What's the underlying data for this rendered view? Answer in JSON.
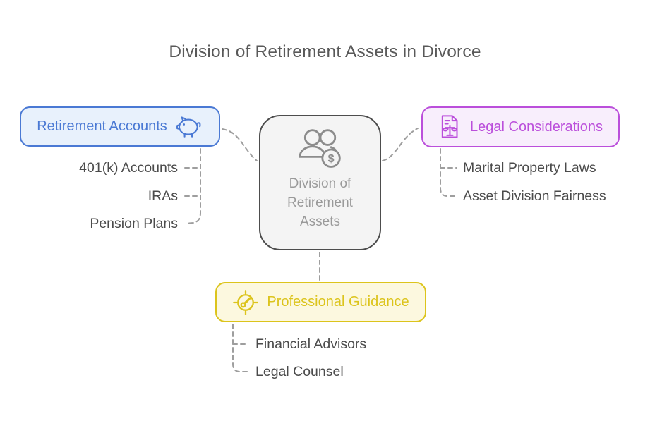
{
  "title": "Division of Retirement Assets in Divorce",
  "center_node": {
    "icon": "people-dollar-icon",
    "lines": [
      "Division of",
      "Retirement",
      "Assets"
    ],
    "dollar_symbol": "$"
  },
  "branches": [
    {
      "id": "retirement-accounts",
      "label": "Retirement Accounts",
      "icon": "piggy-bank-icon",
      "children": [
        "401(k) Accounts",
        "IRAs",
        "Pension Plans"
      ]
    },
    {
      "id": "legal-considerations",
      "label": "Legal Considerations",
      "icon": "document-scales-icon",
      "children": [
        "Marital Property Laws",
        "Asset Division Fairness"
      ]
    },
    {
      "id": "professional-guidance",
      "label": "Professional Guidance",
      "icon": "compass-icon",
      "children": [
        "Financial Advisors",
        "Legal Counsel"
      ]
    }
  ],
  "colors": {
    "canvas-bg": "#ffffff",
    "title-text": "#595959",
    "accent-blue": "#4a79d4",
    "accent-blue-bg": "#e8f1fc",
    "accent-purple": "#bb4fdb",
    "accent-purple-bg": "#f8eefc",
    "accent-yellow": "#dcc41c",
    "accent-yellow-bg": "#fcf8df",
    "node-border": "#4d4d4d",
    "node-bg": "#f4f4f4",
    "node-text": "#9a9a9a",
    "node-icon": "#8c8c8c",
    "item-text": "#4b4b4b",
    "connector": "#9e9e9e"
  }
}
